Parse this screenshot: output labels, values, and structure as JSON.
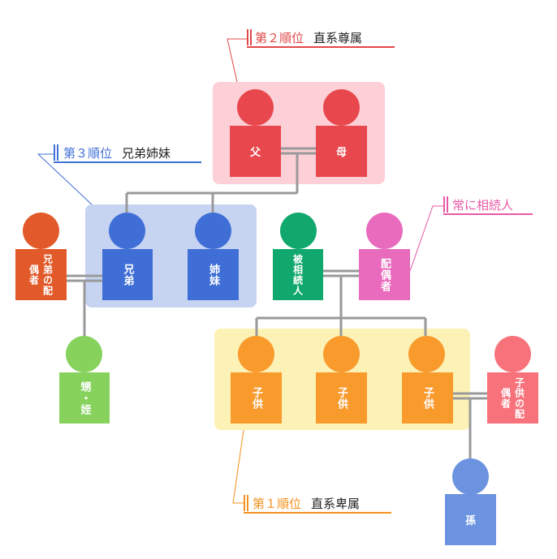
{
  "labels": {
    "rank2": {
      "rank": "第２順位",
      "desc": "直系尊属"
    },
    "rank3": {
      "rank": "第３順位",
      "desc": "兄弟姉妹"
    },
    "spouse": {
      "rank": "常に相続人"
    },
    "rank1": {
      "rank": "第１順位",
      "desc": "直系卑属"
    }
  },
  "people": {
    "father": "父",
    "mother": "母",
    "sibling_spouse": "兄弟の配偶者",
    "brother": "兄弟",
    "sister": "姉妹",
    "deceased": "被相続人",
    "spouse": "配偶者",
    "niece_nephew": "甥・姪",
    "child1": "子供",
    "child2": "子供",
    "child3": "子供",
    "child_spouse": "子供の配偶者",
    "grandchild": "孫"
  },
  "colors": {
    "parents": "#e8474d",
    "siblings": "#3f6fd6",
    "sibling_spouse": "#e2592a",
    "deceased": "#10a86c",
    "spouse": "#e86bbd",
    "niece_nephew": "#87d25d",
    "children": "#f99a2d",
    "child_spouse": "#f8727c",
    "grandchild": "#6b93e0",
    "rank2_accent": "#e04848",
    "rank3_accent": "#3f6fd6",
    "spouse_accent": "#e85aa8",
    "rank1_accent": "#f5921e"
  }
}
